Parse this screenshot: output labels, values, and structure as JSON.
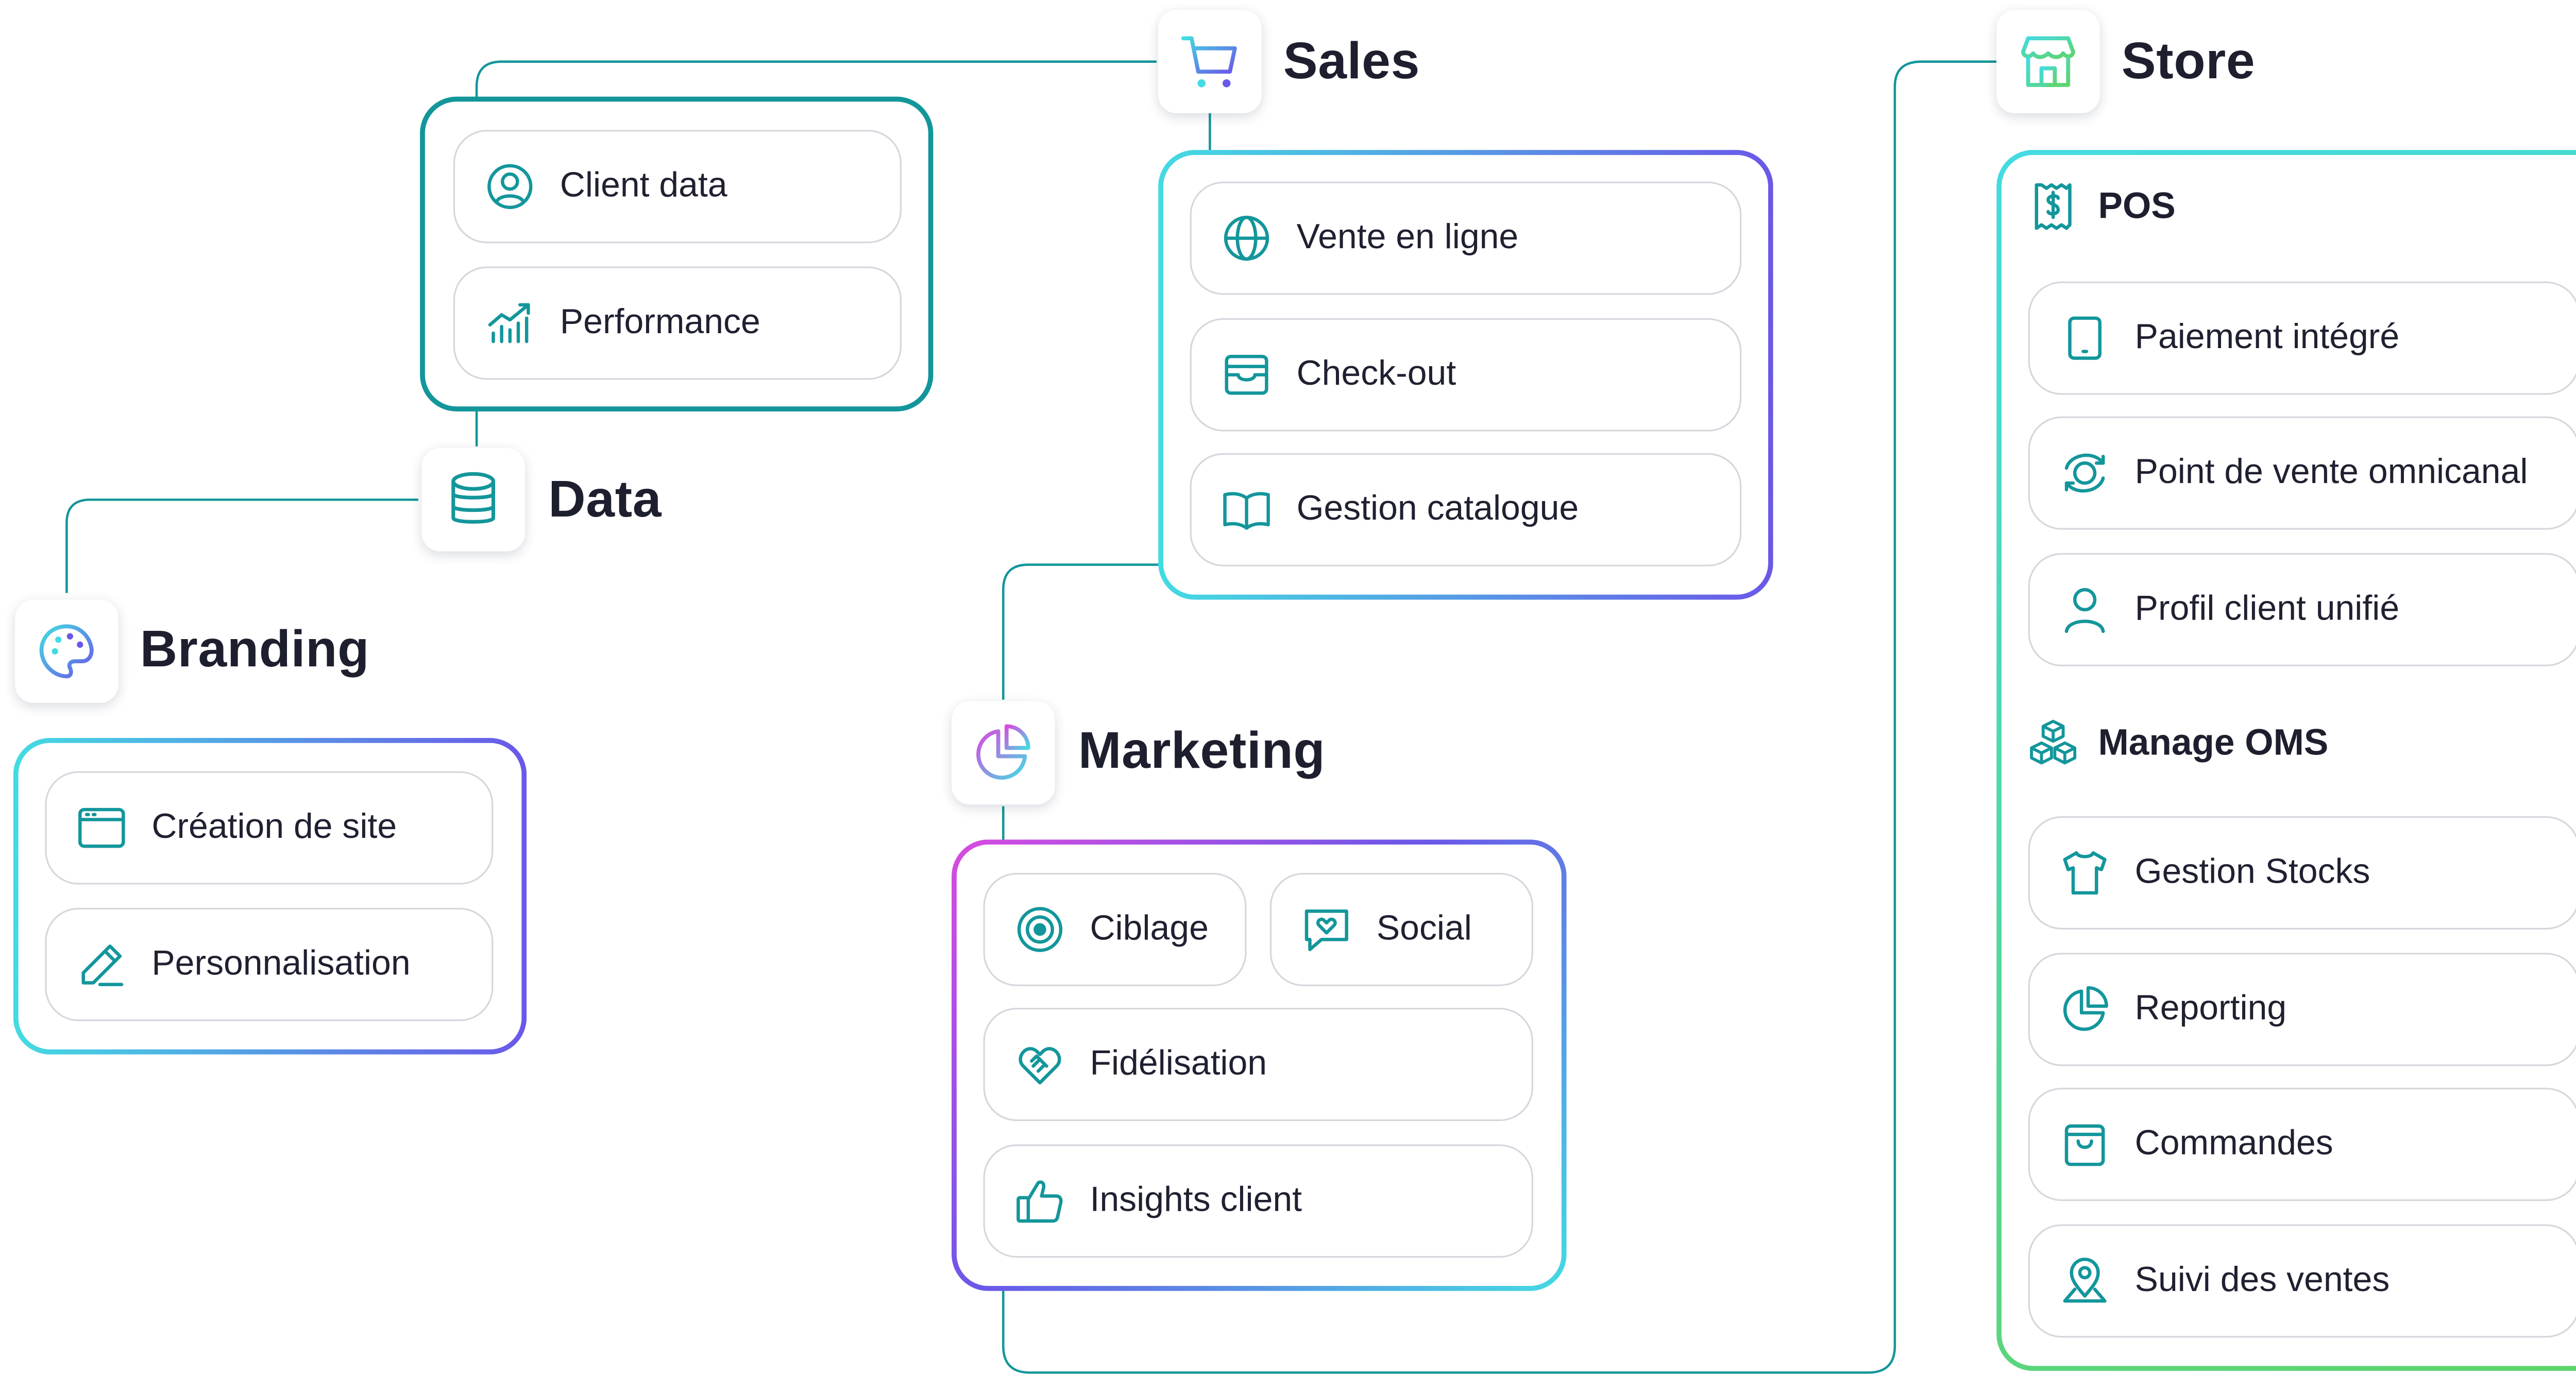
{
  "colors": {
    "teal": "#13969b",
    "purple": "#6a58e8",
    "cyan": "#43dbe2",
    "magenta": "#d94be0",
    "green": "#5fd46a"
  },
  "data": {
    "title": "Data",
    "icon": "database-icon",
    "items": [
      {
        "label": "Client data",
        "icon": "user-circle-icon"
      },
      {
        "label": "Performance",
        "icon": "chart-trend-icon"
      }
    ]
  },
  "sales": {
    "title": "Sales",
    "icon": "shopping-cart-icon",
    "items": [
      {
        "label": "Vente en ligne",
        "icon": "globe-icon"
      },
      {
        "label": "Check-out",
        "icon": "inbox-icon"
      },
      {
        "label": "Gestion catalogue",
        "icon": "book-open-icon"
      }
    ]
  },
  "store": {
    "title": "Store",
    "icon": "storefront-icon",
    "sections": [
      {
        "title": "POS",
        "icon": "receipt-dollar-icon",
        "items": [
          {
            "label": "Paiement intégré",
            "icon": "tablet-icon"
          },
          {
            "label": "Point de vente omnicanal",
            "icon": "orbit-icon"
          },
          {
            "label": "Profil client unifié",
            "icon": "user-icon"
          }
        ]
      },
      {
        "title": "Manage OMS",
        "icon": "boxes-icon",
        "items": [
          {
            "label": "Gestion Stocks",
            "icon": "tshirt-icon"
          },
          {
            "label": "Reporting",
            "icon": "pie-chart-icon"
          },
          {
            "label": "Commandes",
            "icon": "shopping-bag-icon"
          },
          {
            "label": "Suivi des ventes",
            "icon": "map-pin-icon"
          }
        ]
      }
    ]
  },
  "branding": {
    "title": "Branding",
    "icon": "palette-icon",
    "items": [
      {
        "label": "Création de site",
        "icon": "browser-window-icon"
      },
      {
        "label": "Personnalisation",
        "icon": "pencil-icon"
      }
    ]
  },
  "marketing": {
    "title": "Marketing",
    "icon": "pie-chart-icon",
    "items": [
      {
        "label": "Ciblage",
        "icon": "target-icon"
      },
      {
        "label": "Social",
        "icon": "chat-heart-icon"
      },
      {
        "label": "Fidélisation",
        "icon": "handshake-heart-icon"
      },
      {
        "label": "Insights client",
        "icon": "thumbs-up-icon"
      }
    ]
  }
}
